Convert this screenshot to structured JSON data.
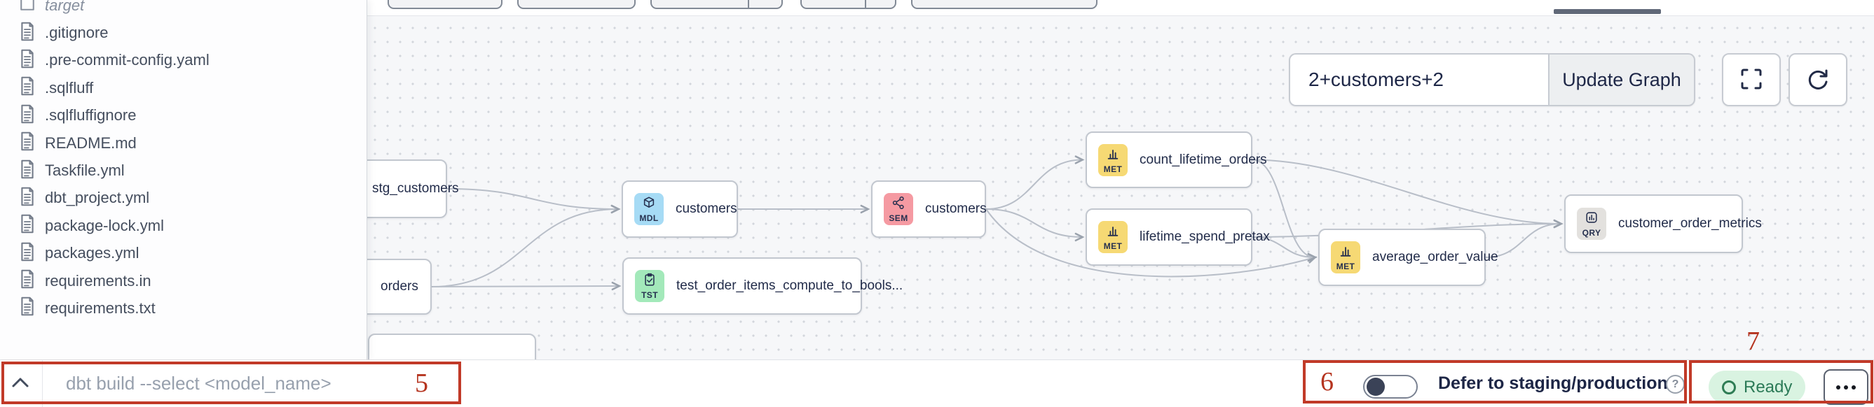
{
  "file_browser": {
    "items": [
      {
        "label": "target",
        "icon": "folder-icon",
        "muted": true
      },
      {
        "label": ".gitignore",
        "icon": "file-icon",
        "muted": false
      },
      {
        "label": ".pre-commit-config.yaml",
        "icon": "file-icon",
        "muted": false
      },
      {
        "label": ".sqlfluff",
        "icon": "file-icon",
        "muted": false
      },
      {
        "label": ".sqlfluffignore",
        "icon": "file-icon",
        "muted": false
      },
      {
        "label": "README.md",
        "icon": "file-icon",
        "muted": false
      },
      {
        "label": "Taskfile.yml",
        "icon": "file-icon",
        "muted": false
      },
      {
        "label": "dbt_project.yml",
        "icon": "file-icon",
        "muted": false
      },
      {
        "label": "package-lock.yml",
        "icon": "file-icon",
        "muted": false
      },
      {
        "label": "packages.yml",
        "icon": "file-icon",
        "muted": false
      },
      {
        "label": "requirements.in",
        "icon": "file-icon",
        "muted": false
      },
      {
        "label": "requirements.txt",
        "icon": "file-icon",
        "muted": false
      }
    ]
  },
  "lineage": {
    "selector_value": "2+customers+2",
    "update_button_label": "Update Graph",
    "kind_colors": {
      "MDL": "#a6dbf5",
      "SEM": "#f59aa2",
      "TST": "#a3e9ba",
      "MET": "#f6d974",
      "QRY": "#e3e1de"
    },
    "nodes": [
      {
        "id": "stg_customers",
        "label": "stg_customers",
        "kind": null
      },
      {
        "id": "orders",
        "label": "orders",
        "kind": null
      },
      {
        "id": "customers_model",
        "label": "customers",
        "kind": "MDL"
      },
      {
        "id": "test_order_items",
        "label": "test_order_items_compute_to_bools...",
        "kind": "TST"
      },
      {
        "id": "customers_sem",
        "label": "customers",
        "kind": "SEM"
      },
      {
        "id": "count_lifetime_orders",
        "label": "count_lifetime_orders",
        "kind": "MET"
      },
      {
        "id": "lifetime_spend_pretax",
        "label": "lifetime_spend_pretax",
        "kind": "MET"
      },
      {
        "id": "average_order_value",
        "label": "average_order_value",
        "kind": "MET"
      },
      {
        "id": "customer_order_metrics",
        "label": "customer_order_metrics",
        "kind": "QRY"
      },
      {
        "id": "partial_node",
        "label": "",
        "kind": null
      }
    ],
    "edges": [
      {
        "from": "stg_customers",
        "to": "customers_model"
      },
      {
        "from": "orders",
        "to": "customers_model"
      },
      {
        "from": "orders",
        "to": "test_order_items"
      },
      {
        "from": "customers_model",
        "to": "customers_sem"
      },
      {
        "from": "customers_sem",
        "to": "count_lifetime_orders"
      },
      {
        "from": "customers_sem",
        "to": "lifetime_spend_pretax"
      },
      {
        "from": "customers_sem",
        "to": "average_order_value"
      },
      {
        "from": "count_lifetime_orders",
        "to": "customer_order_metrics"
      },
      {
        "from": "count_lifetime_orders",
        "to": "average_order_value"
      },
      {
        "from": "lifetime_spend_pretax",
        "to": "customer_order_metrics"
      },
      {
        "from": "lifetime_spend_pretax",
        "to": "average_order_value"
      },
      {
        "from": "average_order_value",
        "to": "customer_order_metrics"
      }
    ]
  },
  "bottom_bar": {
    "command_placeholder": "dbt build --select <model_name>",
    "defer_toggle": {
      "label": "Defer to staging/production",
      "state": "off"
    },
    "status_badge": "Ready"
  },
  "annotations": {
    "box5": "5",
    "box6": "6",
    "box7": "7"
  },
  "colors": {
    "annotation_red": "#c13a28",
    "edge": "#b8bec8",
    "canvas_bg": "#f6f7f9",
    "ready_bg": "#d9f3e1",
    "ready_text": "#2b7a57",
    "text_dark": "#212b49"
  }
}
